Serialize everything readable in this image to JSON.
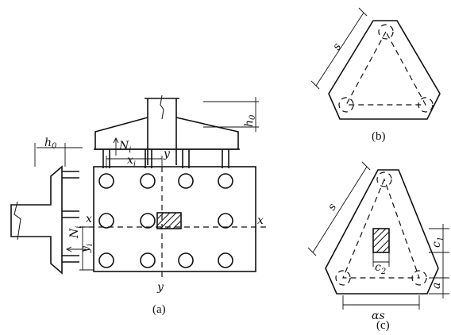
{
  "labels": {
    "h0_top": "h",
    "h0_top_sub": "0",
    "h0_left": "h",
    "h0_left_sub": "0",
    "Ni_top": "N",
    "Ni_top_sub": "i",
    "xi": "x",
    "xi_sub": "i",
    "y_top": "y",
    "y_bottom": "y",
    "x_left": "x",
    "x_right": "x",
    "Ni_left": "N",
    "Ni_left_sub": "i",
    "yi": "y",
    "yi_sub": "i",
    "s_b": "s",
    "s_c": "s",
    "c2": "c",
    "c2_sub": "2",
    "c1": "c",
    "c1_sub": "1",
    "a": "a",
    "alpha_s": "αs"
  },
  "captions": {
    "a": "(a)",
    "b": "(b)",
    "c": "(c)"
  }
}
